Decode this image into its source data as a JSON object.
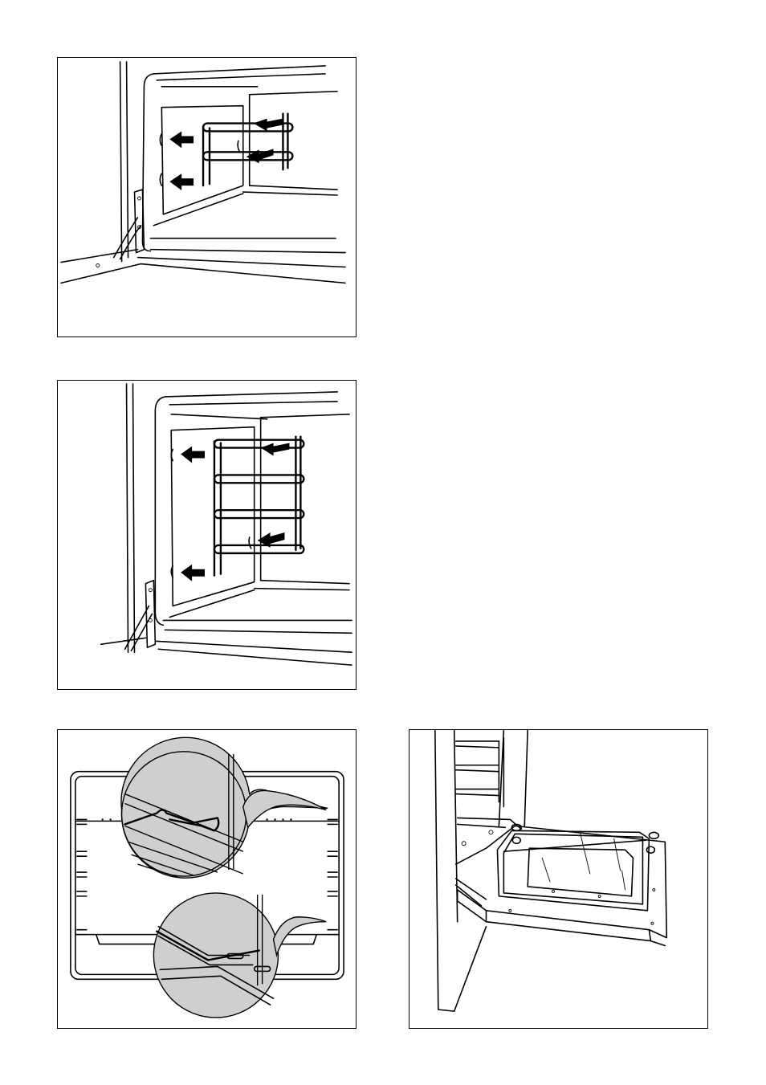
{
  "page": {
    "figures": [
      {
        "id": "fig1",
        "icon": "oven-shelf-support-removal-upper-illustration"
      },
      {
        "id": "fig2",
        "icon": "oven-shelf-support-removal-lower-illustration"
      },
      {
        "id": "fig3",
        "icon": "oven-shelf-runner-detail-illustration"
      },
      {
        "id": "fig4",
        "icon": "oven-door-glass-removal-illustration"
      }
    ],
    "colors": {
      "line": "#000000",
      "detail_fill": "#cfcfcf",
      "background": "#ffffff"
    }
  }
}
